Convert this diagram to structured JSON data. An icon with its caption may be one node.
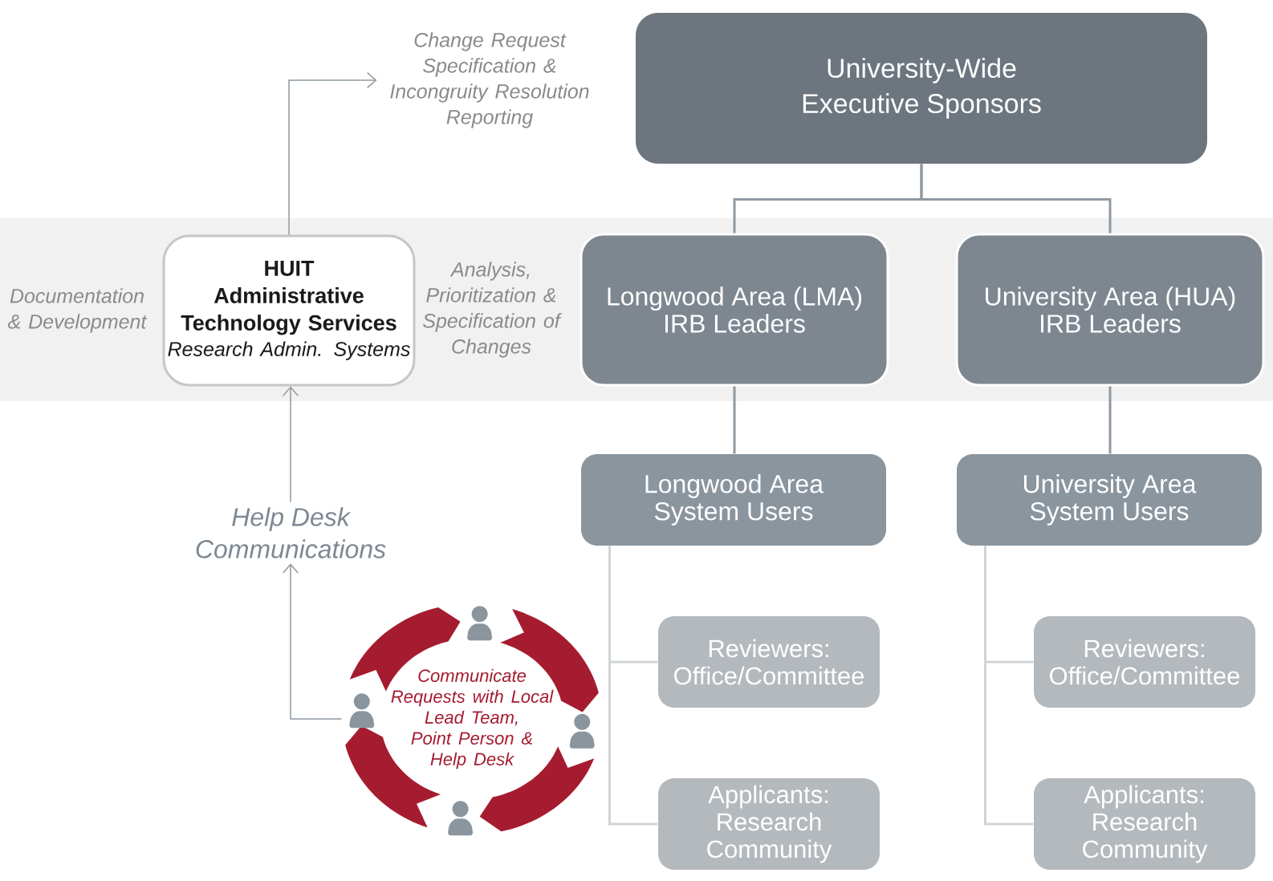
{
  "diagram": {
    "nodes": [
      {
        "text": [
          "Change Request Specification & Incongruity Resolution Reporting"
        ]
      },
      {
        "text": [
          "University-Wide Executive Sponsors"
        ]
      },
      {
        "text": [
          "HUIT",
          "Administrative Technology Services",
          "Research Admin. Systems"
        ],
        "beside": [
          "Documentation & Development"
        ]
      },
      {
        "text": [
          "Longwood Area (LMA) IRB Leaders"
        ]
      },
      {
        "text": [
          "University Area (HUA) IRB Leaders"
        ]
      },
      {
        "text": [
          "Longwood Area System Users"
        ]
      },
      {
        "text": [
          "University Area System Users"
        ]
      },
      {
        "text": [
          "Help Desk Communications"
        ]
      },
      {
        "text": [
          "Reviewers: Office/Committee"
        ]
      },
      {
        "text": [
          "Reviewers: Office/Committee"
        ]
      },
      {
        "text": [
          "Communicate Requests with Local Lead Team, Point Person & Help Desk"
        ]
      },
      {
        "text": [
          "Applicants: Research Community"
        ]
      },
      {
        "text": [
          "Applicants: Research Community"
        ]
      }
    ],
    "edges": [
      {
        "from": 1,
        "to": 3,
        "arrow": "none"
      },
      {
        "from": 1,
        "to": 4,
        "arrow": "none"
      },
      {
        "from": 3,
        "to": 5,
        "arrow": "none"
      },
      {
        "from": 4,
        "to": 6,
        "arrow": "none"
      },
      {
        "from": 5,
        "to": 8,
        "arrow": "none",
        "color": "#d0d4d7"
      },
      {
        "from": 5,
        "to": 11,
        "arrow": "none",
        "color": "#d0d4d7"
      },
      {
        "from": 6,
        "to": 9,
        "arrow": "none",
        "color": "#d0d4d7"
      },
      {
        "from": 6,
        "to": 12,
        "arrow": "none",
        "color": "#d0d4d7"
      },
      {
        "from": 10,
        "to": 7,
        "arrow": "to"
      },
      {
        "from": 7,
        "to": 2,
        "arrow": "to"
      },
      {
        "from": 2,
        "to": 0,
        "arrow": "to"
      }
    ],
    "labels": [
      "Analysis, Prioritization & Specification of Changes"
    ]
  }
}
